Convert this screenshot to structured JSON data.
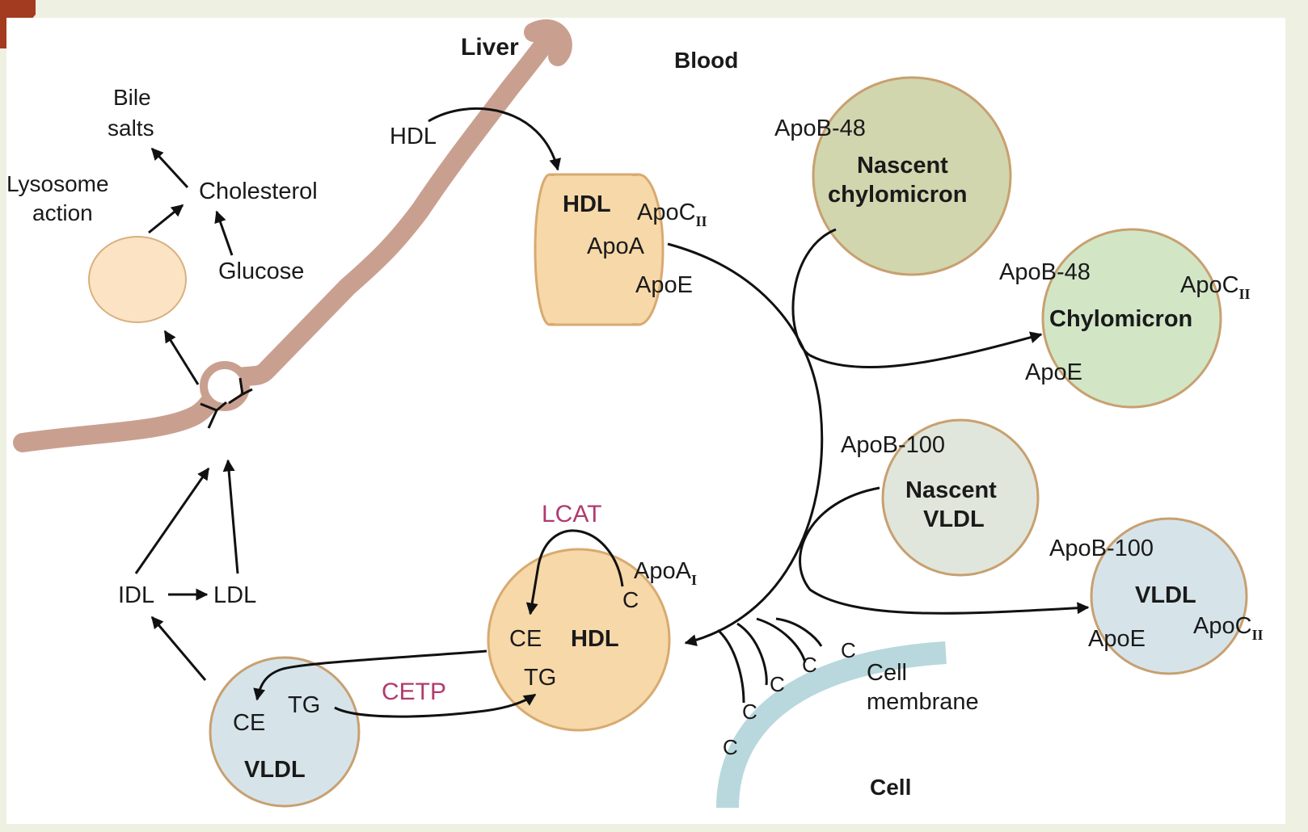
{
  "regions": {
    "liver": "Liver",
    "blood": "Blood",
    "cell": "Cell"
  },
  "liver_side": {
    "bile_salts_1": "Bile",
    "bile_salts_2": "salts",
    "lysosome_1": "Lysosome",
    "lysosome_2": "action",
    "cholesterol": "Cholesterol",
    "glucose": "Glucose",
    "hdl_uptake": "HDL"
  },
  "hdl_disc": {
    "name": "HDL",
    "apoc": "ApoC",
    "apoc_sub": "II",
    "apoa": "ApoA",
    "apoe": "ApoE"
  },
  "nascent_chylomicron": {
    "apo": "ApoB-48",
    "name_1": "Nascent",
    "name_2": "chylomicron"
  },
  "chylomicron": {
    "apob": "ApoB-48",
    "apoc": "ApoC",
    "apoc_sub": "II",
    "name": "Chylomicron",
    "apoe": "ApoE"
  },
  "nascent_vldl": {
    "apo": "ApoB-100",
    "name_1": "Nascent",
    "name_2": "VLDL"
  },
  "vldl_right": {
    "apob": "ApoB-100",
    "name": "VLDL",
    "apoe": "ApoE",
    "apoc": "ApoC",
    "apoc_sub": "II"
  },
  "hdl_sphere": {
    "lcat": "LCAT",
    "apoa": "ApoA",
    "apoa_sub": "I",
    "c": "C",
    "ce": "CE",
    "name": "HDL",
    "tg": "TG"
  },
  "vldl_left": {
    "ce": "CE",
    "tg": "TG",
    "name": "VLDL",
    "cetp": "CETP"
  },
  "lipoproteins": {
    "idl": "IDL",
    "ldl": "LDL"
  },
  "membrane": {
    "label_1": "Cell",
    "label_2": "membrane",
    "cholesterol_mark": "C"
  },
  "colors": {
    "liver_membrane": "#c9a090",
    "hdl_fill": "#f7d8a8",
    "chylomicron_nascent": "#d2d6ae",
    "chylomicron": "#d2e6c6",
    "vldl": "#d6e4ea",
    "nascent_vldl": "#e0e6dc",
    "cell_membrane": "#b8d8dd",
    "enzyme_text": "#b03a6e",
    "outline": "#c8a070"
  }
}
